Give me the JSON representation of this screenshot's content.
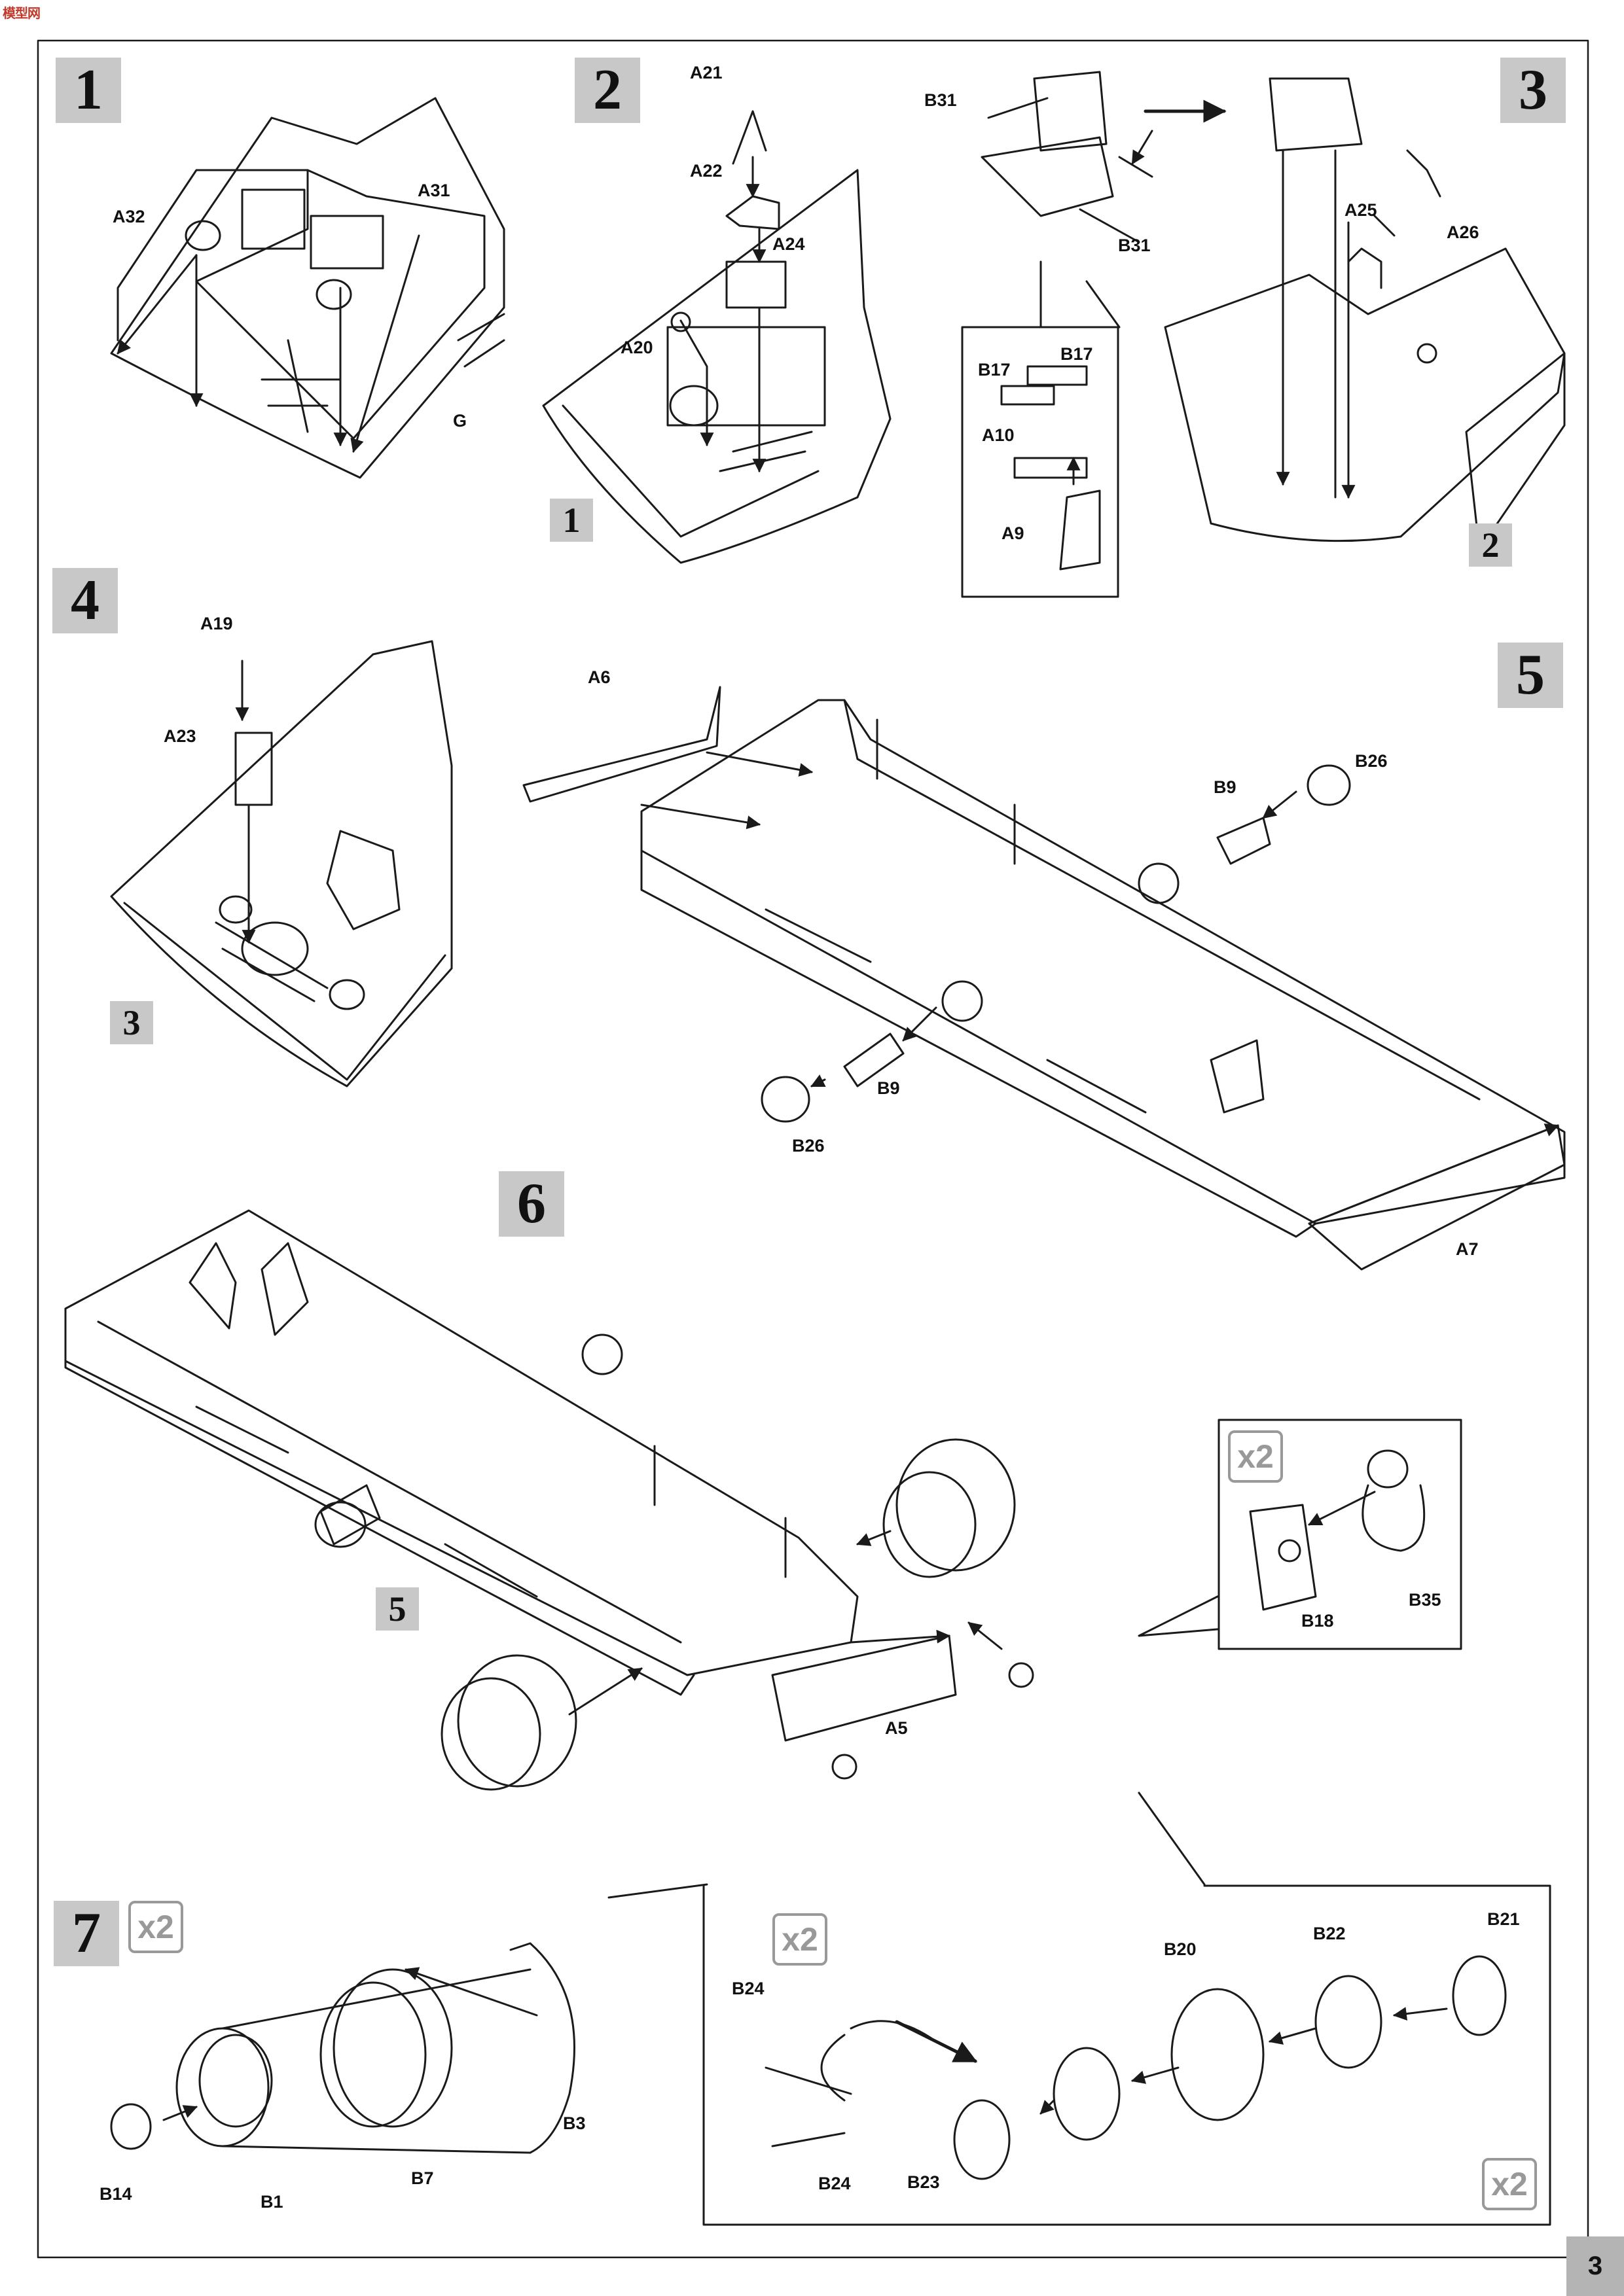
{
  "page_number": "3",
  "steps": [
    {
      "id": 1,
      "label": "1"
    },
    {
      "id": 2,
      "label": "2"
    },
    {
      "id": 3,
      "label": "3"
    },
    {
      "id": 4,
      "label": "4"
    },
    {
      "id": 5,
      "label": "5"
    },
    {
      "id": 6,
      "label": "6"
    },
    {
      "id": 7,
      "label": "7"
    }
  ],
  "step_refs": {
    "in_step2": "1",
    "in_step3": "2",
    "in_step4": "3",
    "in_step6": "5"
  },
  "multipliers": {
    "x2": "x2"
  },
  "parts": {
    "step1": [
      "A32",
      "A31",
      "G"
    ],
    "step2": [
      "A21",
      "A22",
      "A24",
      "A20"
    ],
    "step3_seat": [
      "B31",
      "B31"
    ],
    "step3_detail": [
      "B17",
      "B17",
      "A10",
      "A9"
    ],
    "step3": [
      "A25",
      "A26"
    ],
    "step4": [
      "A19",
      "A23"
    ],
    "step5": [
      "A6",
      "B26",
      "B9",
      "B9",
      "B26",
      "A7"
    ],
    "step6": [
      "A5"
    ],
    "step6_detail": [
      "B18",
      "B35"
    ],
    "step7": [
      "B14",
      "B1",
      "B7",
      "B3"
    ],
    "step7_detail": [
      "B24",
      "B24",
      "B23",
      "B20",
      "B22",
      "B21"
    ]
  },
  "logo_text": "模型网",
  "colors": {
    "line": "#1a1a1a",
    "step_box": "#c8c8c8",
    "multiplier": "#999999",
    "page_box": "#b4b4b4"
  }
}
